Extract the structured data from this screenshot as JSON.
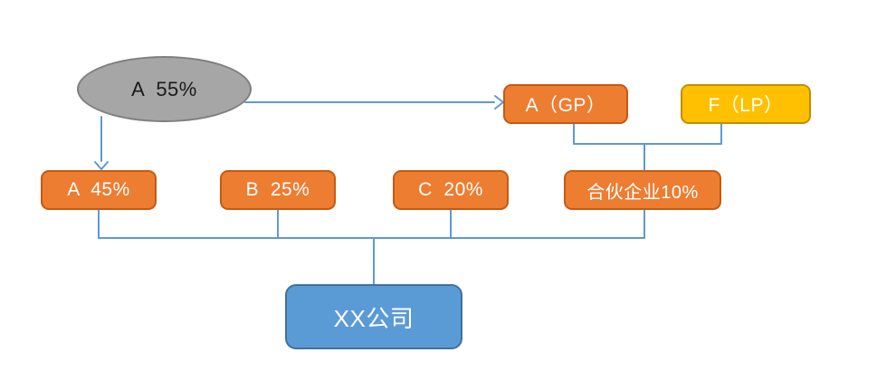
{
  "diagram": {
    "description": "equity-ownership-structure-diagram",
    "colors": {
      "connector": "#5b9bd5",
      "orange_fill": "#ed7d31",
      "orange_border": "#c55a11",
      "yellow_fill": "#ffc000",
      "yellow_border": "#bf9000",
      "blue_fill": "#5b9bd5",
      "blue_border": "#41719c",
      "gray_fill": "#a6a6a6",
      "gray_border": "#7f7f7f",
      "background": "#ffffff",
      "text_light": "#ffffff",
      "text_dark": "#1a1a1a"
    },
    "nodes": {
      "shareholder_a": {
        "label": "A  55%",
        "shape": "ellipse",
        "color": "gray"
      },
      "a_gp": {
        "label": "A（GP）",
        "shape": "rounded-rect",
        "color": "orange"
      },
      "f_lp": {
        "label": "F（LP）",
        "shape": "rounded-rect",
        "color": "yellow"
      },
      "a_45": {
        "label": "A  45%",
        "shape": "rounded-rect",
        "color": "orange"
      },
      "b_25": {
        "label": "B  25%",
        "shape": "rounded-rect",
        "color": "orange"
      },
      "c_20": {
        "label": "C  20%",
        "shape": "rounded-rect",
        "color": "orange"
      },
      "partnership": {
        "label": "合伙企业10%",
        "shape": "rounded-rect",
        "color": "orange"
      },
      "company": {
        "label": "XX公司",
        "shape": "rounded-rect",
        "color": "blue"
      }
    },
    "edges": [
      {
        "from": "shareholder_a",
        "to": "a_gp",
        "arrow": true
      },
      {
        "from": "shareholder_a",
        "to": "a_45",
        "arrow": true
      },
      {
        "from": "a_gp",
        "to": "partnership",
        "arrow": false
      },
      {
        "from": "f_lp",
        "to": "partnership",
        "arrow": false
      },
      {
        "from": "a_45",
        "to": "company",
        "arrow": false
      },
      {
        "from": "b_25",
        "to": "company",
        "arrow": false
      },
      {
        "from": "c_20",
        "to": "company",
        "arrow": false
      },
      {
        "from": "partnership",
        "to": "company",
        "arrow": false
      }
    ]
  }
}
